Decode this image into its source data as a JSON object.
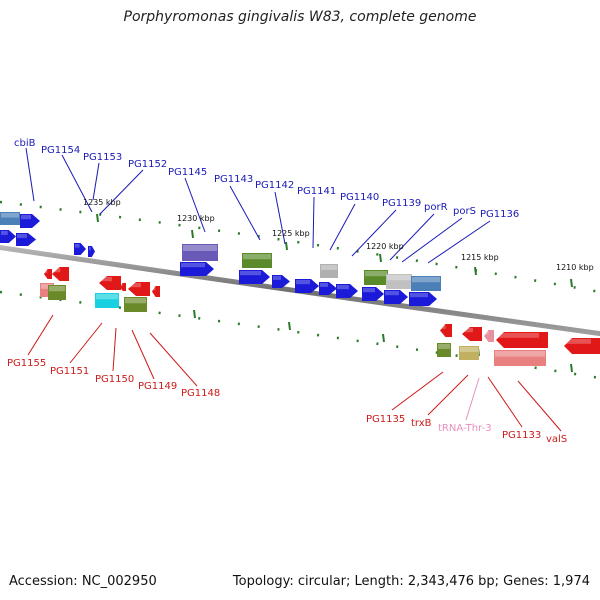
{
  "title": "Porphyromonas gingivalis W83, complete genome",
  "footer": {
    "accession": "Accession: NC_002950",
    "summary": "Topology: circular; Length: 2,343,476 bp; Genes: 1,974"
  },
  "colors": {
    "top_labels": "#1a1ab8",
    "bottom_labels": "#cc1a1a",
    "trna_label": "#e890c0",
    "backbone": "#8a8a8a",
    "tick": "#2a7a2a"
  },
  "scale_labels": [
    "1235 kbp",
    "1230 kbp",
    "1225 kbp",
    "1220 kbp",
    "1215 kbp",
    "1210 kbp"
  ],
  "top_genes": [
    "cbiB",
    "PG1154",
    "PG1153",
    "PG1152",
    "PG1145",
    "PG1143",
    "PG1142",
    "PG1141",
    "PG1140",
    "PG1139",
    "porR",
    "porS",
    "PG1136"
  ],
  "bottom_genes": [
    "PG1155",
    "PG1151",
    "PG1150",
    "PG1149",
    "PG1148",
    "PG1135",
    "trxB",
    "tRNA-Thr-3",
    "PG1133",
    "valS"
  ]
}
